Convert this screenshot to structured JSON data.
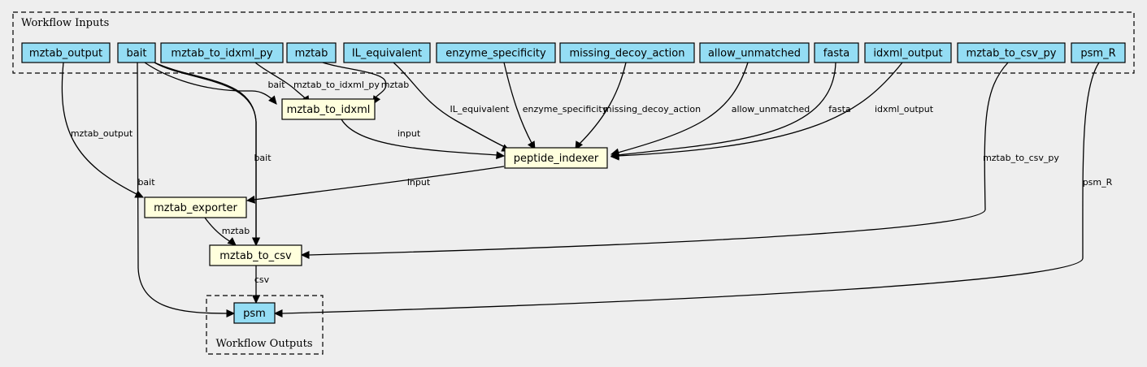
{
  "clusters": {
    "inputs": {
      "label": "Workflow Inputs"
    },
    "outputs": {
      "label": "Workflow Outputs"
    }
  },
  "colors": {
    "io_node": "#94ddf4",
    "step_node": "#ffffdd",
    "background": "#eeeeee"
  },
  "inputs": [
    {
      "id": "mztab_output",
      "label": "mztab_output"
    },
    {
      "id": "bait",
      "label": "bait"
    },
    {
      "id": "mztab_to_idxml_py",
      "label": "mztab_to_idxml_py"
    },
    {
      "id": "mztab",
      "label": "mztab"
    },
    {
      "id": "IL_equivalent",
      "label": "IL_equivalent"
    },
    {
      "id": "enzyme_specificity",
      "label": "enzyme_specificity"
    },
    {
      "id": "missing_decoy_action",
      "label": "missing_decoy_action"
    },
    {
      "id": "allow_unmatched",
      "label": "allow_unmatched"
    },
    {
      "id": "fasta",
      "label": "fasta"
    },
    {
      "id": "idxml_output",
      "label": "idxml_output"
    },
    {
      "id": "mztab_to_csv_py",
      "label": "mztab_to_csv_py"
    },
    {
      "id": "psm_R",
      "label": "psm_R"
    }
  ],
  "steps": [
    {
      "id": "mztab_to_idxml",
      "label": "mztab_to_idxml"
    },
    {
      "id": "peptide_indexer",
      "label": "peptide_indexer"
    },
    {
      "id": "mztab_exporter",
      "label": "mztab_exporter"
    },
    {
      "id": "mztab_to_csv",
      "label": "mztab_to_csv"
    }
  ],
  "outputs": [
    {
      "id": "psm",
      "label": "psm"
    }
  ],
  "edges": [
    {
      "id": "e1",
      "from": "bait",
      "to": "mztab_to_idxml",
      "label": "bait"
    },
    {
      "id": "e2",
      "from": "mztab_to_idxml_py",
      "to": "mztab_to_idxml",
      "label": "mztab_to_idxml_py"
    },
    {
      "id": "e3",
      "from": "mztab",
      "to": "mztab_to_idxml",
      "label": "mztab"
    },
    {
      "id": "e4",
      "from": "IL_equivalent",
      "to": "peptide_indexer",
      "label": "IL_equivalent"
    },
    {
      "id": "e5",
      "from": "enzyme_specificity",
      "to": "peptide_indexer",
      "label": "enzyme_specificity"
    },
    {
      "id": "e6",
      "from": "missing_decoy_action",
      "to": "peptide_indexer",
      "label": "missing_decoy_action"
    },
    {
      "id": "e7",
      "from": "allow_unmatched",
      "to": "peptide_indexer",
      "label": "allow_unmatched"
    },
    {
      "id": "e8",
      "from": "fasta",
      "to": "peptide_indexer",
      "label": "fasta"
    },
    {
      "id": "e9",
      "from": "idxml_output",
      "to": "peptide_indexer",
      "label": "idxml_output"
    },
    {
      "id": "e10",
      "from": "mztab_to_idxml",
      "to": "peptide_indexer",
      "label": "input"
    },
    {
      "id": "e11",
      "from": "mztab_output",
      "to": "mztab_exporter",
      "label": "mztab_output"
    },
    {
      "id": "e12",
      "from": "peptide_indexer",
      "to": "mztab_exporter",
      "label": "input"
    },
    {
      "id": "e13",
      "from": "bait",
      "to": "mztab_exporter",
      "label": ""
    },
    {
      "id": "e14",
      "from": "bait",
      "to": "mztab_to_csv",
      "label": "bait"
    },
    {
      "id": "e15",
      "from": "mztab_exporter",
      "to": "mztab_to_csv",
      "label": "mztab"
    },
    {
      "id": "e16",
      "from": "mztab_to_csv_py",
      "to": "mztab_to_csv",
      "label": "mztab_to_csv_py"
    },
    {
      "id": "e17",
      "from": "bait",
      "to": "psm",
      "label": "bait"
    },
    {
      "id": "e18",
      "from": "mztab_to_csv",
      "to": "psm",
      "label": "csv"
    },
    {
      "id": "e19",
      "from": "psm_R",
      "to": "psm",
      "label": "psm_R"
    }
  ]
}
